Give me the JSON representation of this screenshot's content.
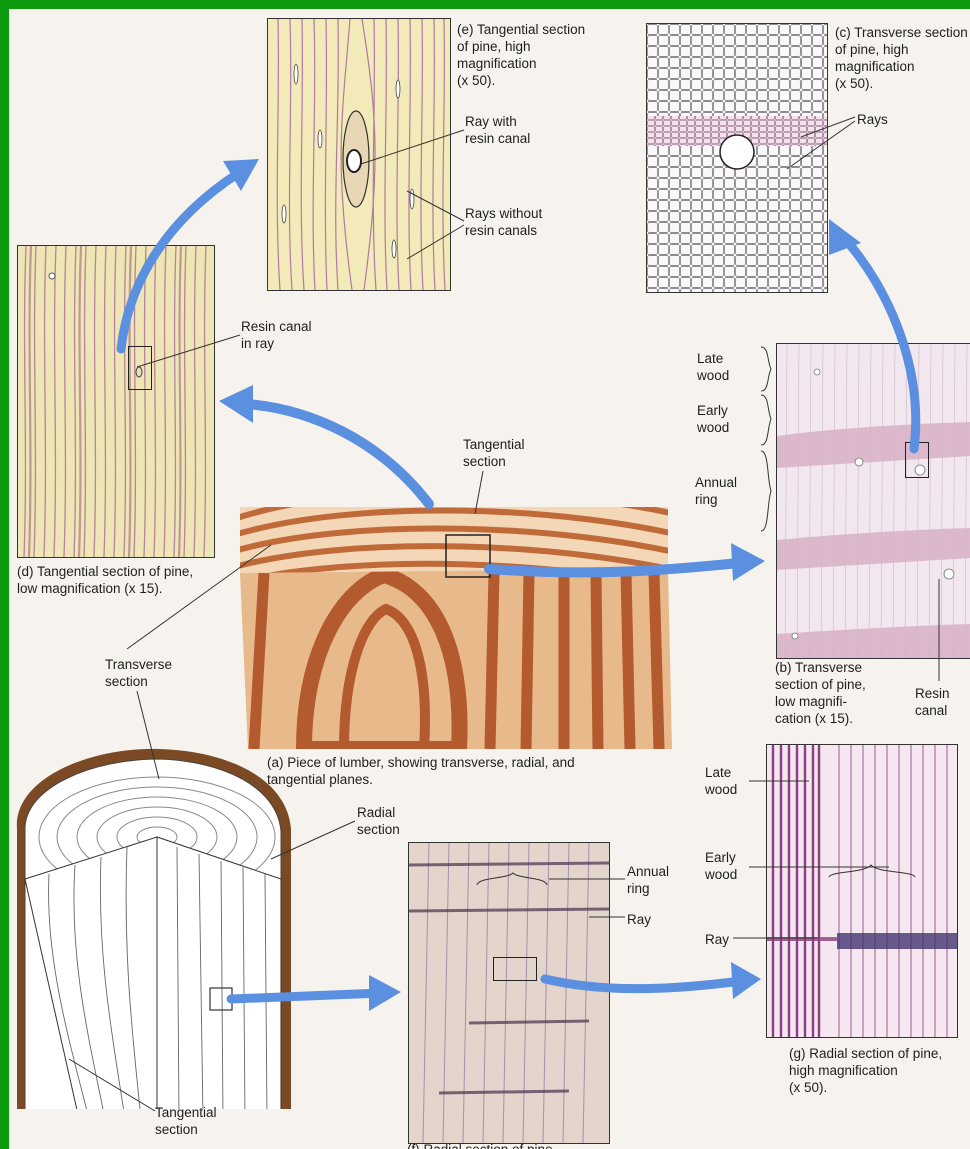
{
  "figure": {
    "border_color": "#0d9a0d",
    "arrow_color": "#5b8fe0",
    "labels": {
      "e_caption": "(e) Tangential section\nof pine, high\nmagnification\n(x 50).",
      "e_ray_with_canal": "Ray with\nresin canal",
      "e_rays_without": "Rays without\nresin canals",
      "c_caption": "(c) Transverse section\nof pine, high\nmagnification\n(x 50).",
      "c_rays": "Rays",
      "d_resin_canal": "Resin canal\nin ray",
      "d_caption": "(d) Tangential section of pine,\nlow magnification (x 15).",
      "b_late_wood": "Late\nwood",
      "b_early_wood": "Early\nwood",
      "b_annual_ring": "Annual\nring",
      "b_caption": "(b) Transverse\nsection of pine,\nlow magnifi-\ncation (x 15).",
      "b_resin_canal": "Resin\ncanal",
      "a_tangential": "Tangential\nsection",
      "a_transverse": "Transverse\nsection",
      "a_caption": "(a) Piece of lumber, showing transverse, radial, and\ntangential planes.",
      "log_radial": "Radial\nsection",
      "log_tangential": "Tangential\nsection",
      "f_annual_ring": "Annual\nring",
      "f_ray": "Ray",
      "f_caption": "(f) Radial section of pine",
      "g_late_wood": "Late\nwood",
      "g_early_wood": "Early\nwood",
      "g_ray": "Ray",
      "g_caption": "(g) Radial section of pine,\nhigh magnification\n(x 50)."
    }
  }
}
